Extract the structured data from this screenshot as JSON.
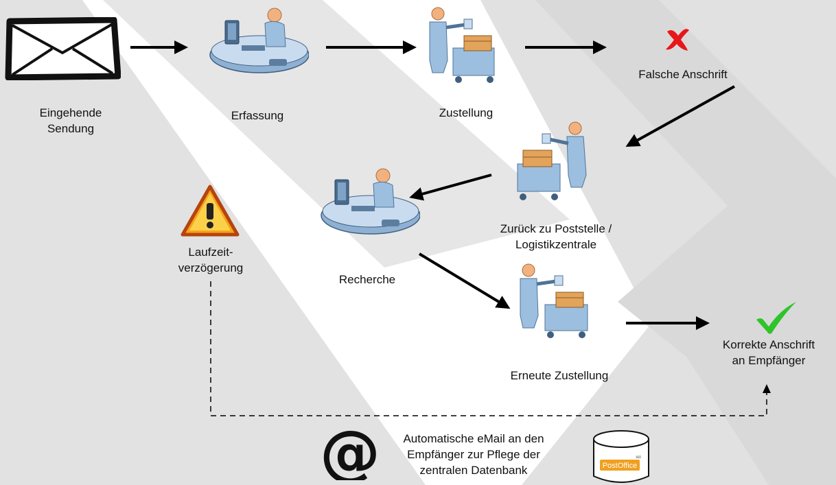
{
  "nodes": {
    "incoming": {
      "line1": "Eingehende",
      "line2": "Sendung"
    },
    "capture": {
      "label": "Erfassung"
    },
    "delivery": {
      "label": "Zustellung"
    },
    "wrong_address": {
      "label": "Falsche Anschrift"
    },
    "return": {
      "line1": "Zurück zu Poststelle /",
      "line2": "Logistikzentrale"
    },
    "research": {
      "label": "Recherche"
    },
    "delay": {
      "line1": "Laufzeit-",
      "line2": "verzögerung"
    },
    "redelivery": {
      "label": "Erneute Zustellung"
    },
    "correct": {
      "line1": "Korrekte Anschrift",
      "line2": "an Empfänger"
    },
    "email": {
      "line1": "Automatische eMail an den",
      "line2": "Empfänger zur Pflege der",
      "line3": "zentralen Datenbank"
    },
    "database": {
      "logo_text": "PostOffice",
      "logo_small": "sci"
    }
  },
  "icons": {
    "envelope": "envelope-icon",
    "workstation": "office-workstation-icon",
    "courier": "mail-cart-courier-icon",
    "cross": "red-cross-icon",
    "warning": "warning-triangle-icon",
    "check": "green-checkmark-icon",
    "at": "at-sign-icon",
    "database": "database-cylinder-icon"
  },
  "colors": {
    "background_band": "#dcdcdc",
    "arrow": "#000000",
    "cross": "#e8161a",
    "check": "#2ec42a",
    "warning_fill": "#f7a21b",
    "figure": "#8fb4d8",
    "package": "#e2a35a",
    "logo": "#f0a020"
  }
}
